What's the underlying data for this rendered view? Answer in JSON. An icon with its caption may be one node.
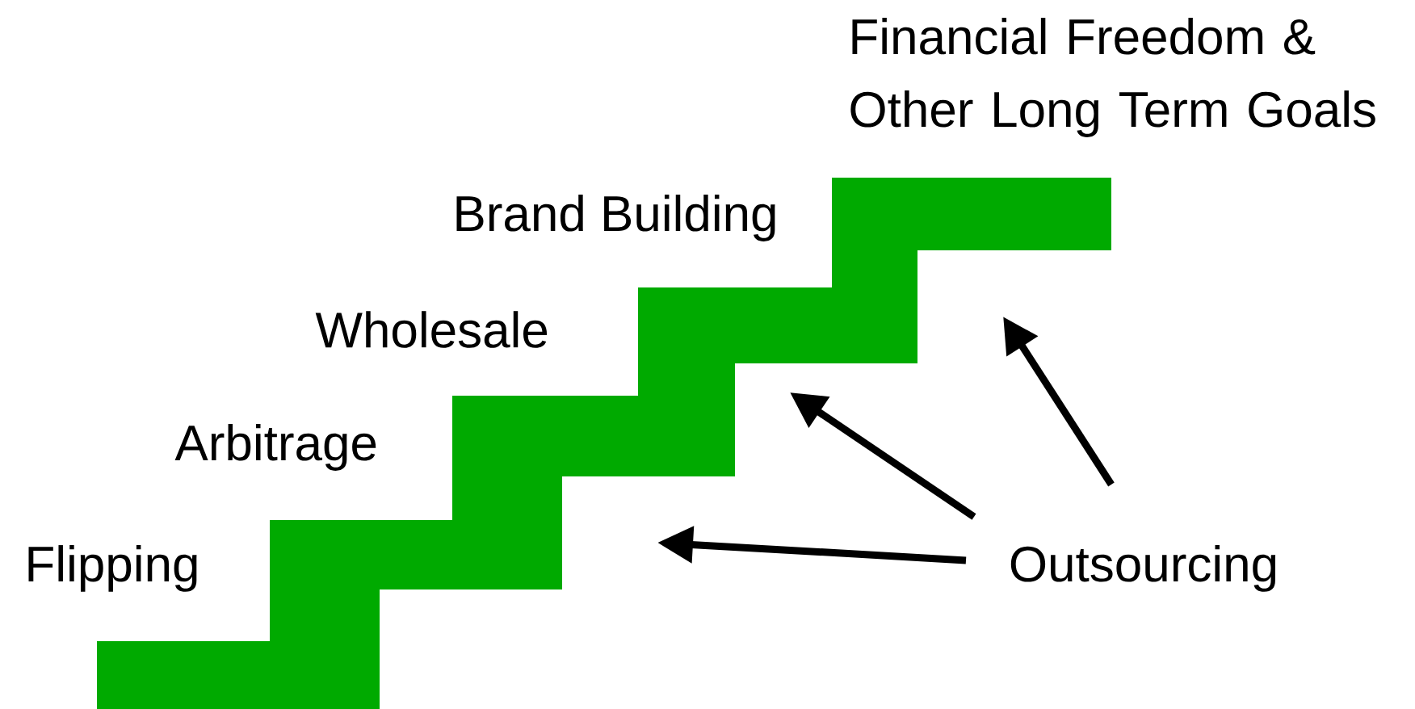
{
  "diagram": {
    "nodes": [
      {
        "text": [],
        "shape": "stairs"
      },
      {
        "text": [
          "Outsourcing"
        ]
      }
    ],
    "edges": [
      {
        "from": 1,
        "to": 0,
        "arrow": "to"
      },
      {
        "from": 1,
        "to": 0,
        "arrow": "to"
      },
      {
        "from": 1,
        "to": 0,
        "arrow": "to"
      }
    ],
    "labels": [
      "Financial Freedom & Other Long Term Goals",
      "Brand Building",
      "Wholesale",
      "Arbitrage",
      "Flipping"
    ]
  }
}
